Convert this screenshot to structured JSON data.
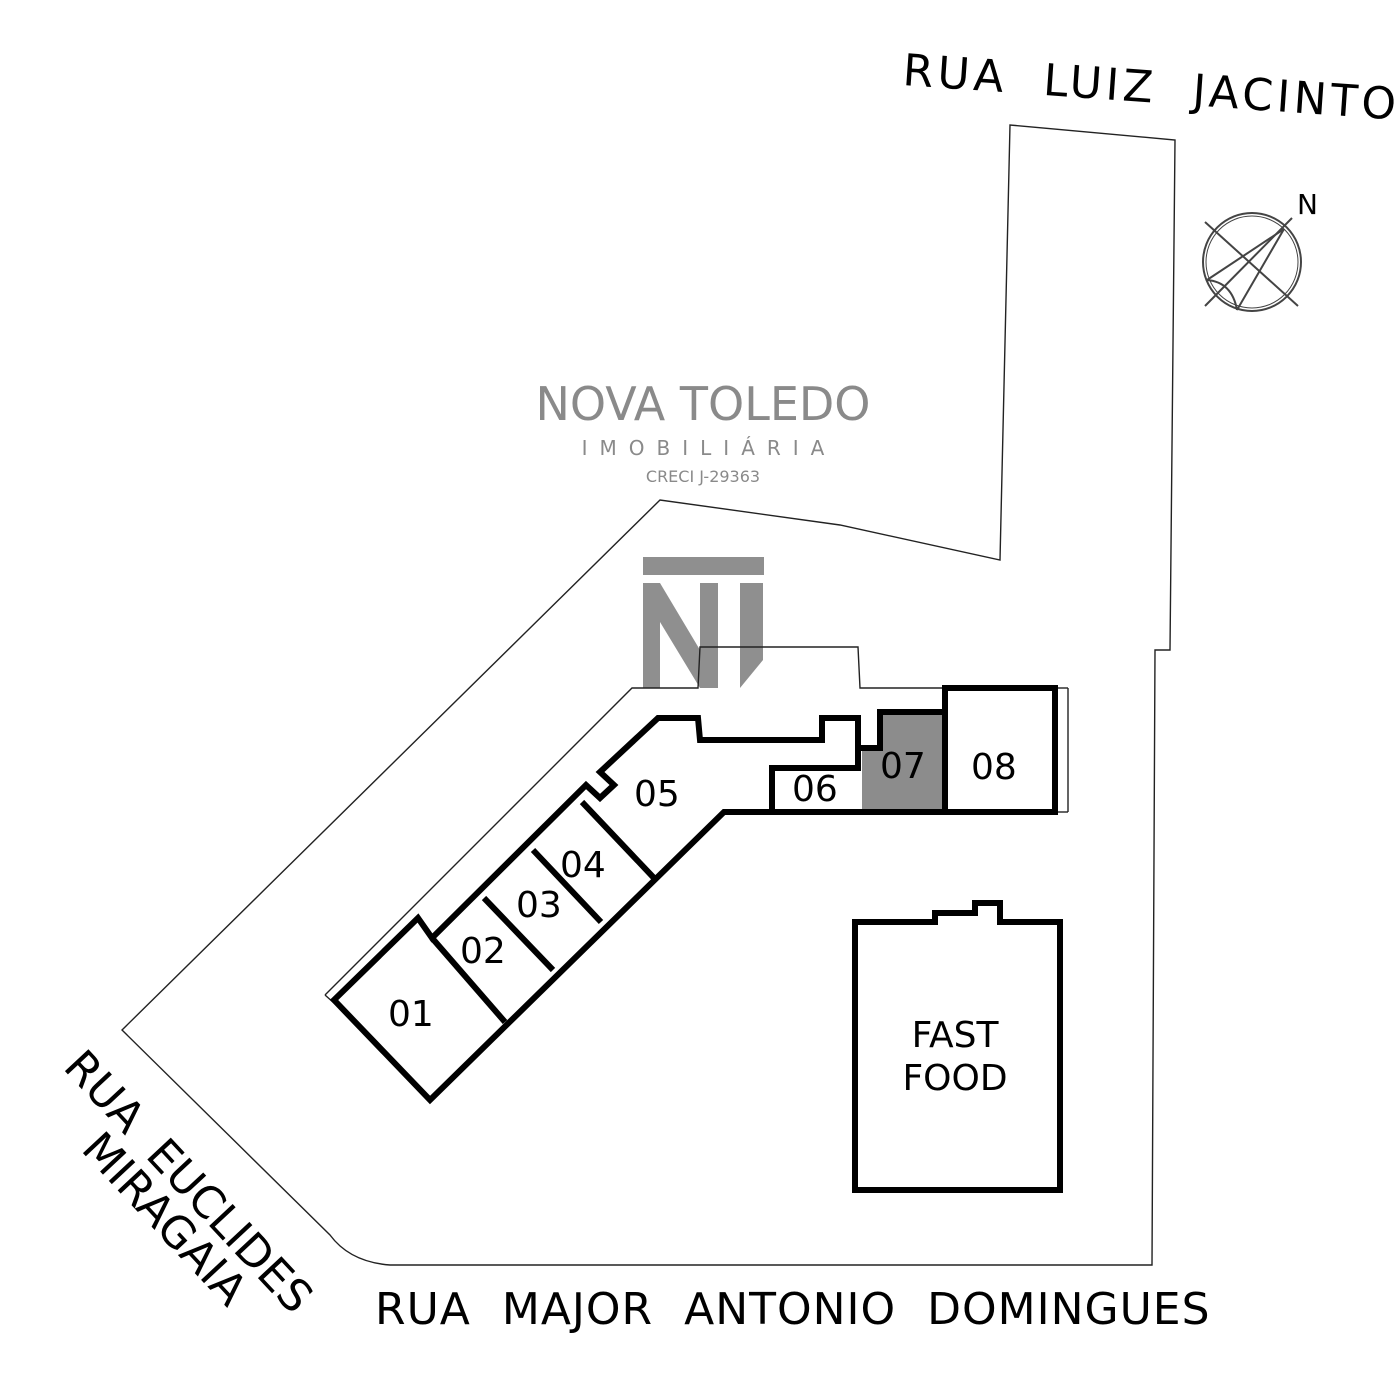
{
  "streets": {
    "north": "RUA LUIZ JACINTO",
    "south": "RUA MAJOR ANTONIO DOMINGUES",
    "west_line1": "RUA EUCLIDES",
    "west_line2": "MIRAGAIA"
  },
  "compass": {
    "label": "N"
  },
  "units": [
    {
      "label": "01"
    },
    {
      "label": "02"
    },
    {
      "label": "03"
    },
    {
      "label": "04"
    },
    {
      "label": "05"
    },
    {
      "label": "06"
    },
    {
      "label": "07",
      "highlighted": true
    },
    {
      "label": "08"
    }
  ],
  "fast_food": {
    "line1": "FAST",
    "line2": "FOOD"
  },
  "watermark": {
    "brand": "NOVA TOLEDO",
    "subtitle": "IMOBILIÁRIA",
    "registration": "CRECI J-29363"
  },
  "colors": {
    "highlight": "#8c8c8c",
    "watermark": "#8a8a8a"
  }
}
